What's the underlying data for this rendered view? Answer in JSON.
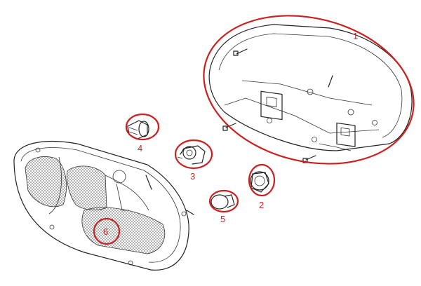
{
  "diagram": {
    "labels": {
      "housing_cover": "1",
      "socket_5": "2",
      "bulb_socket_3": "3",
      "bulb_socket_4": "4",
      "small_bulb": "5",
      "lens_housing": "6"
    },
    "colors": {
      "highlight": "#cc1f1f",
      "line": "#222222",
      "background": "#ffffff"
    }
  }
}
